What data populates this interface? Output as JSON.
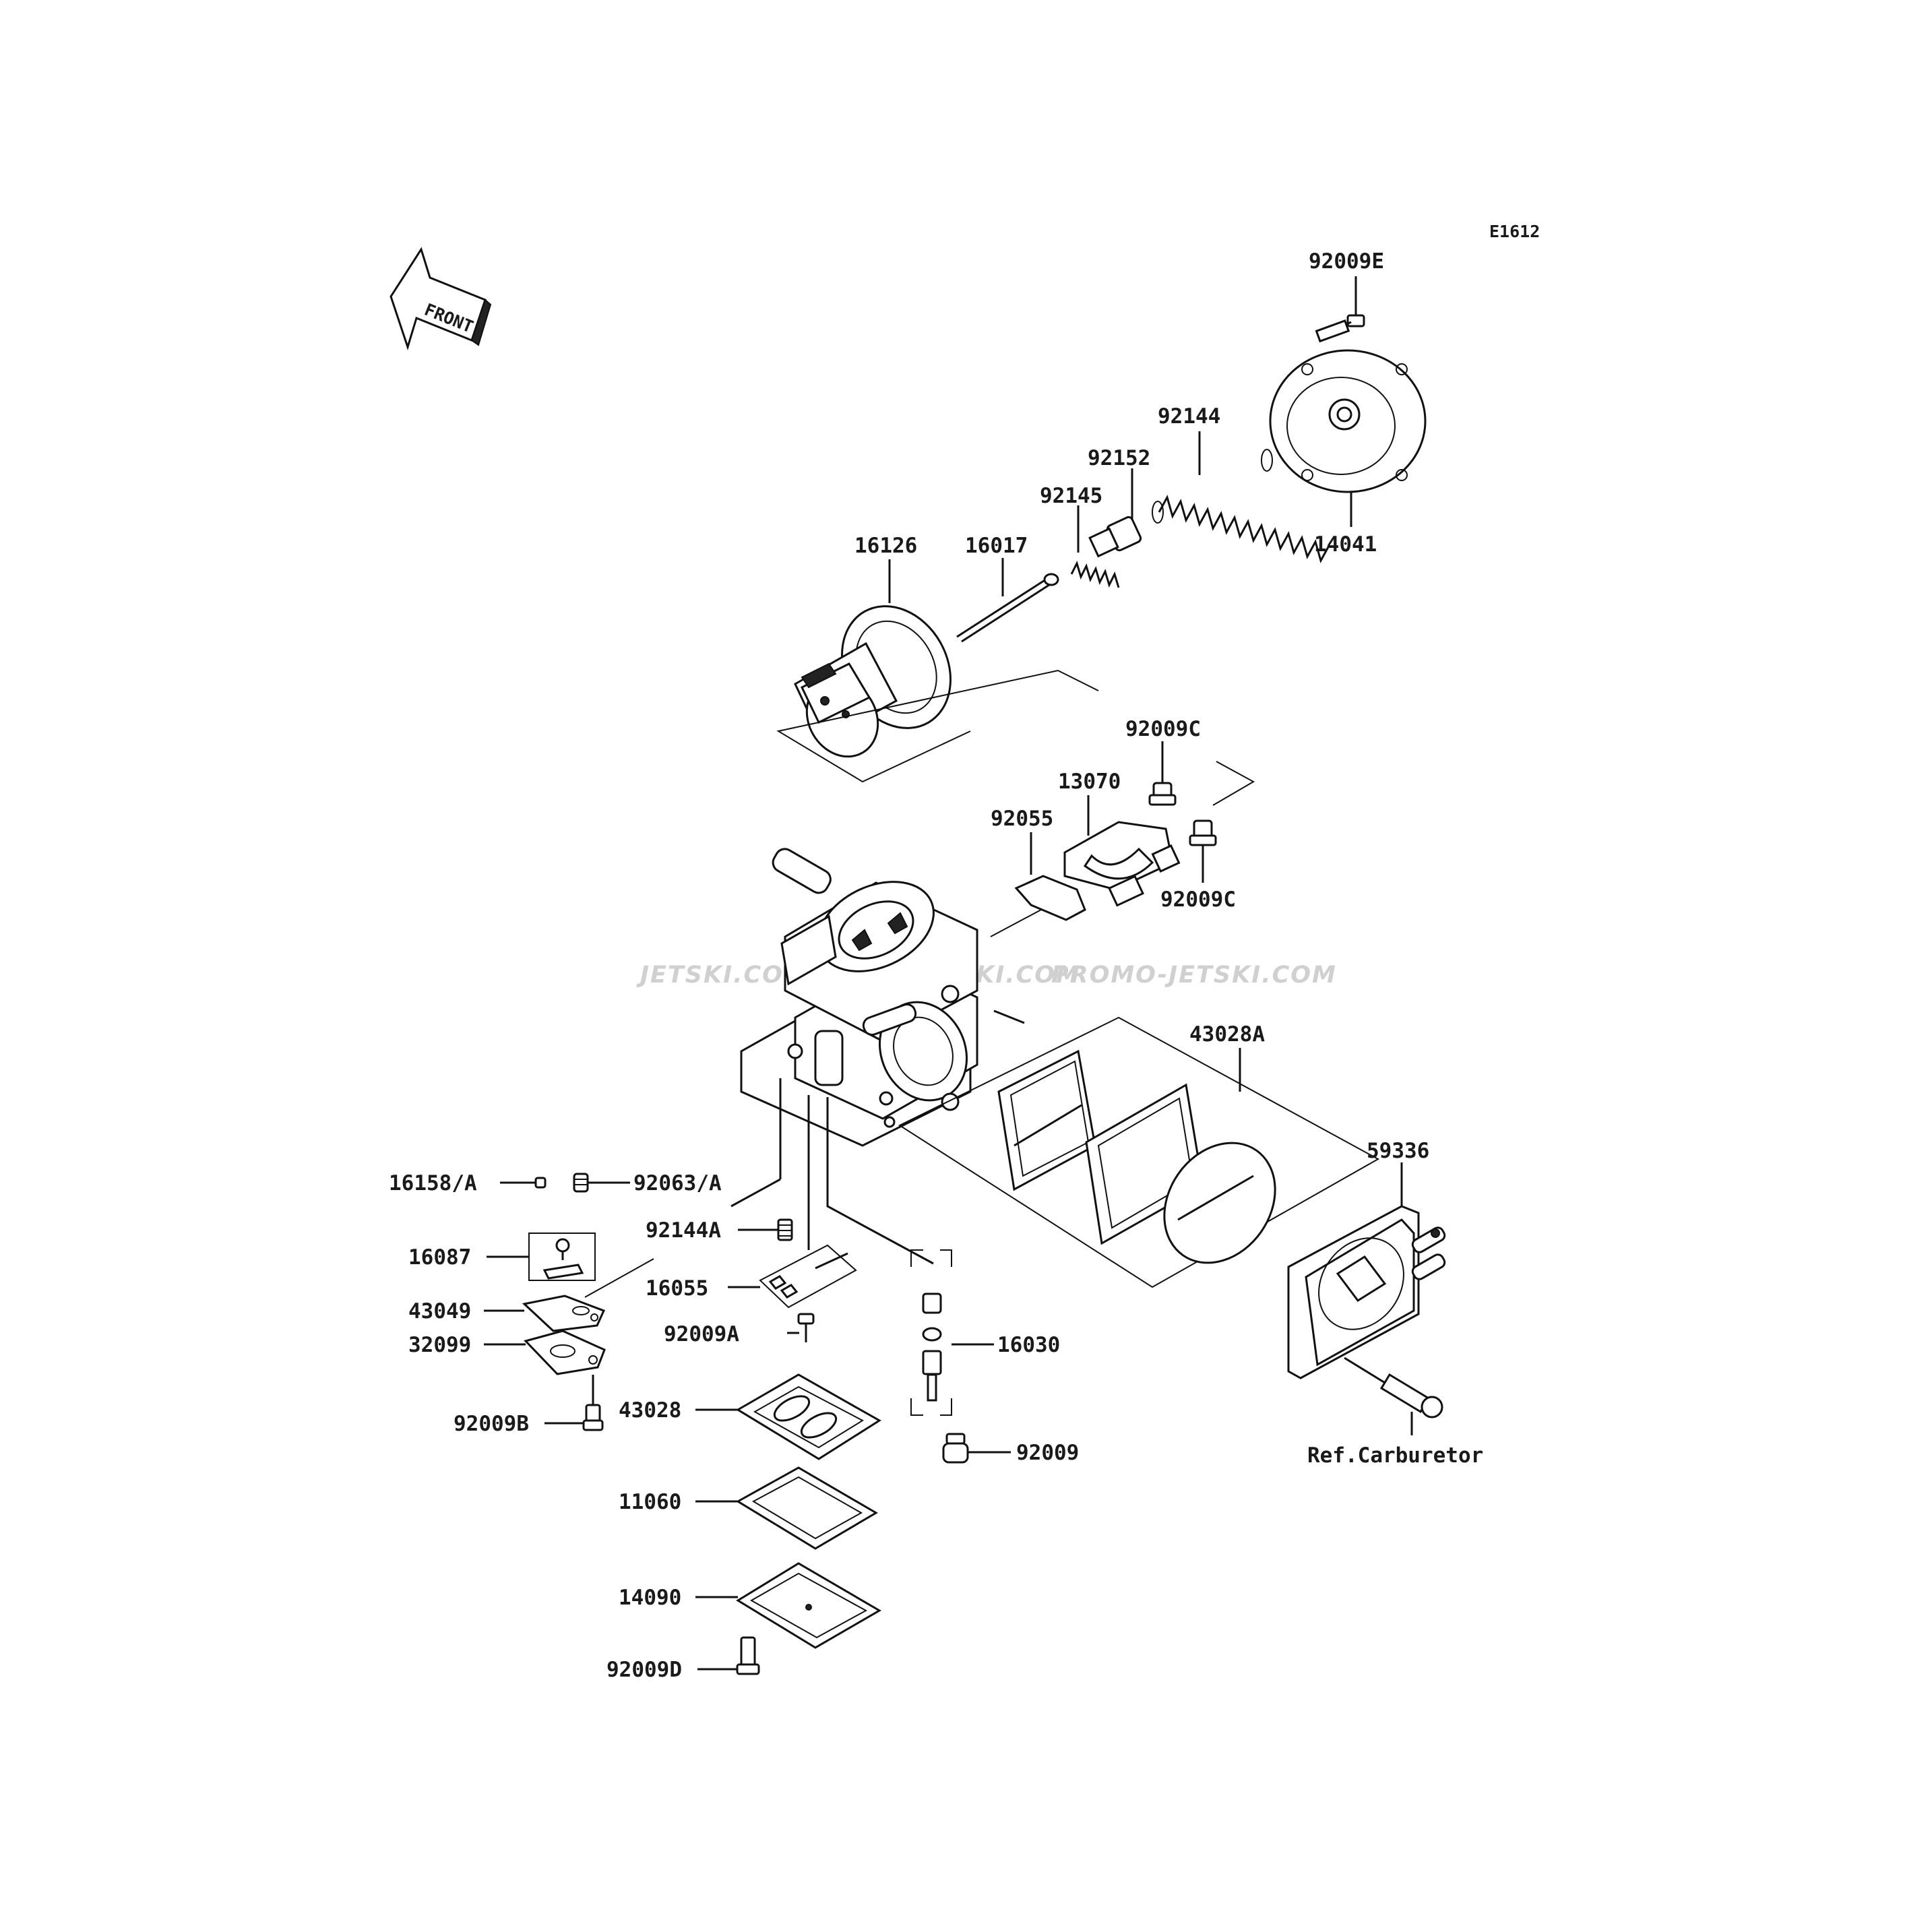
{
  "diagram_code": "E1612",
  "front_arrow_text": "FRONT",
  "watermark": [
    "JETSKI.COM",
    "PROMO-JETSKI.COM",
    "PROMO-JETSKI.COM"
  ],
  "callouts": {
    "p92009E": "92009E",
    "p92144": "92144",
    "p92152": "92152",
    "p92145": "92145",
    "p14041": "14041",
    "p16126": "16126",
    "p16017": "16017",
    "p92009C_top": "92009C",
    "p13070": "13070",
    "p92055": "92055",
    "p92009C_bot": "92009C",
    "p43028A": "43028A",
    "p59336": "59336",
    "p16158A": "16158/A",
    "p92063A": "92063/A",
    "p92144A": "92144A",
    "p16087": "16087",
    "p16055": "16055",
    "p43049": "43049",
    "p92009A": "92009A",
    "p16030": "16030",
    "p32099": "32099",
    "p92009B": "92009B",
    "p43028": "43028",
    "p92009": "92009",
    "p11060": "11060",
    "p14090": "14090",
    "p92009D": "92009D",
    "ref_carburetor": "Ref.Carburetor"
  }
}
